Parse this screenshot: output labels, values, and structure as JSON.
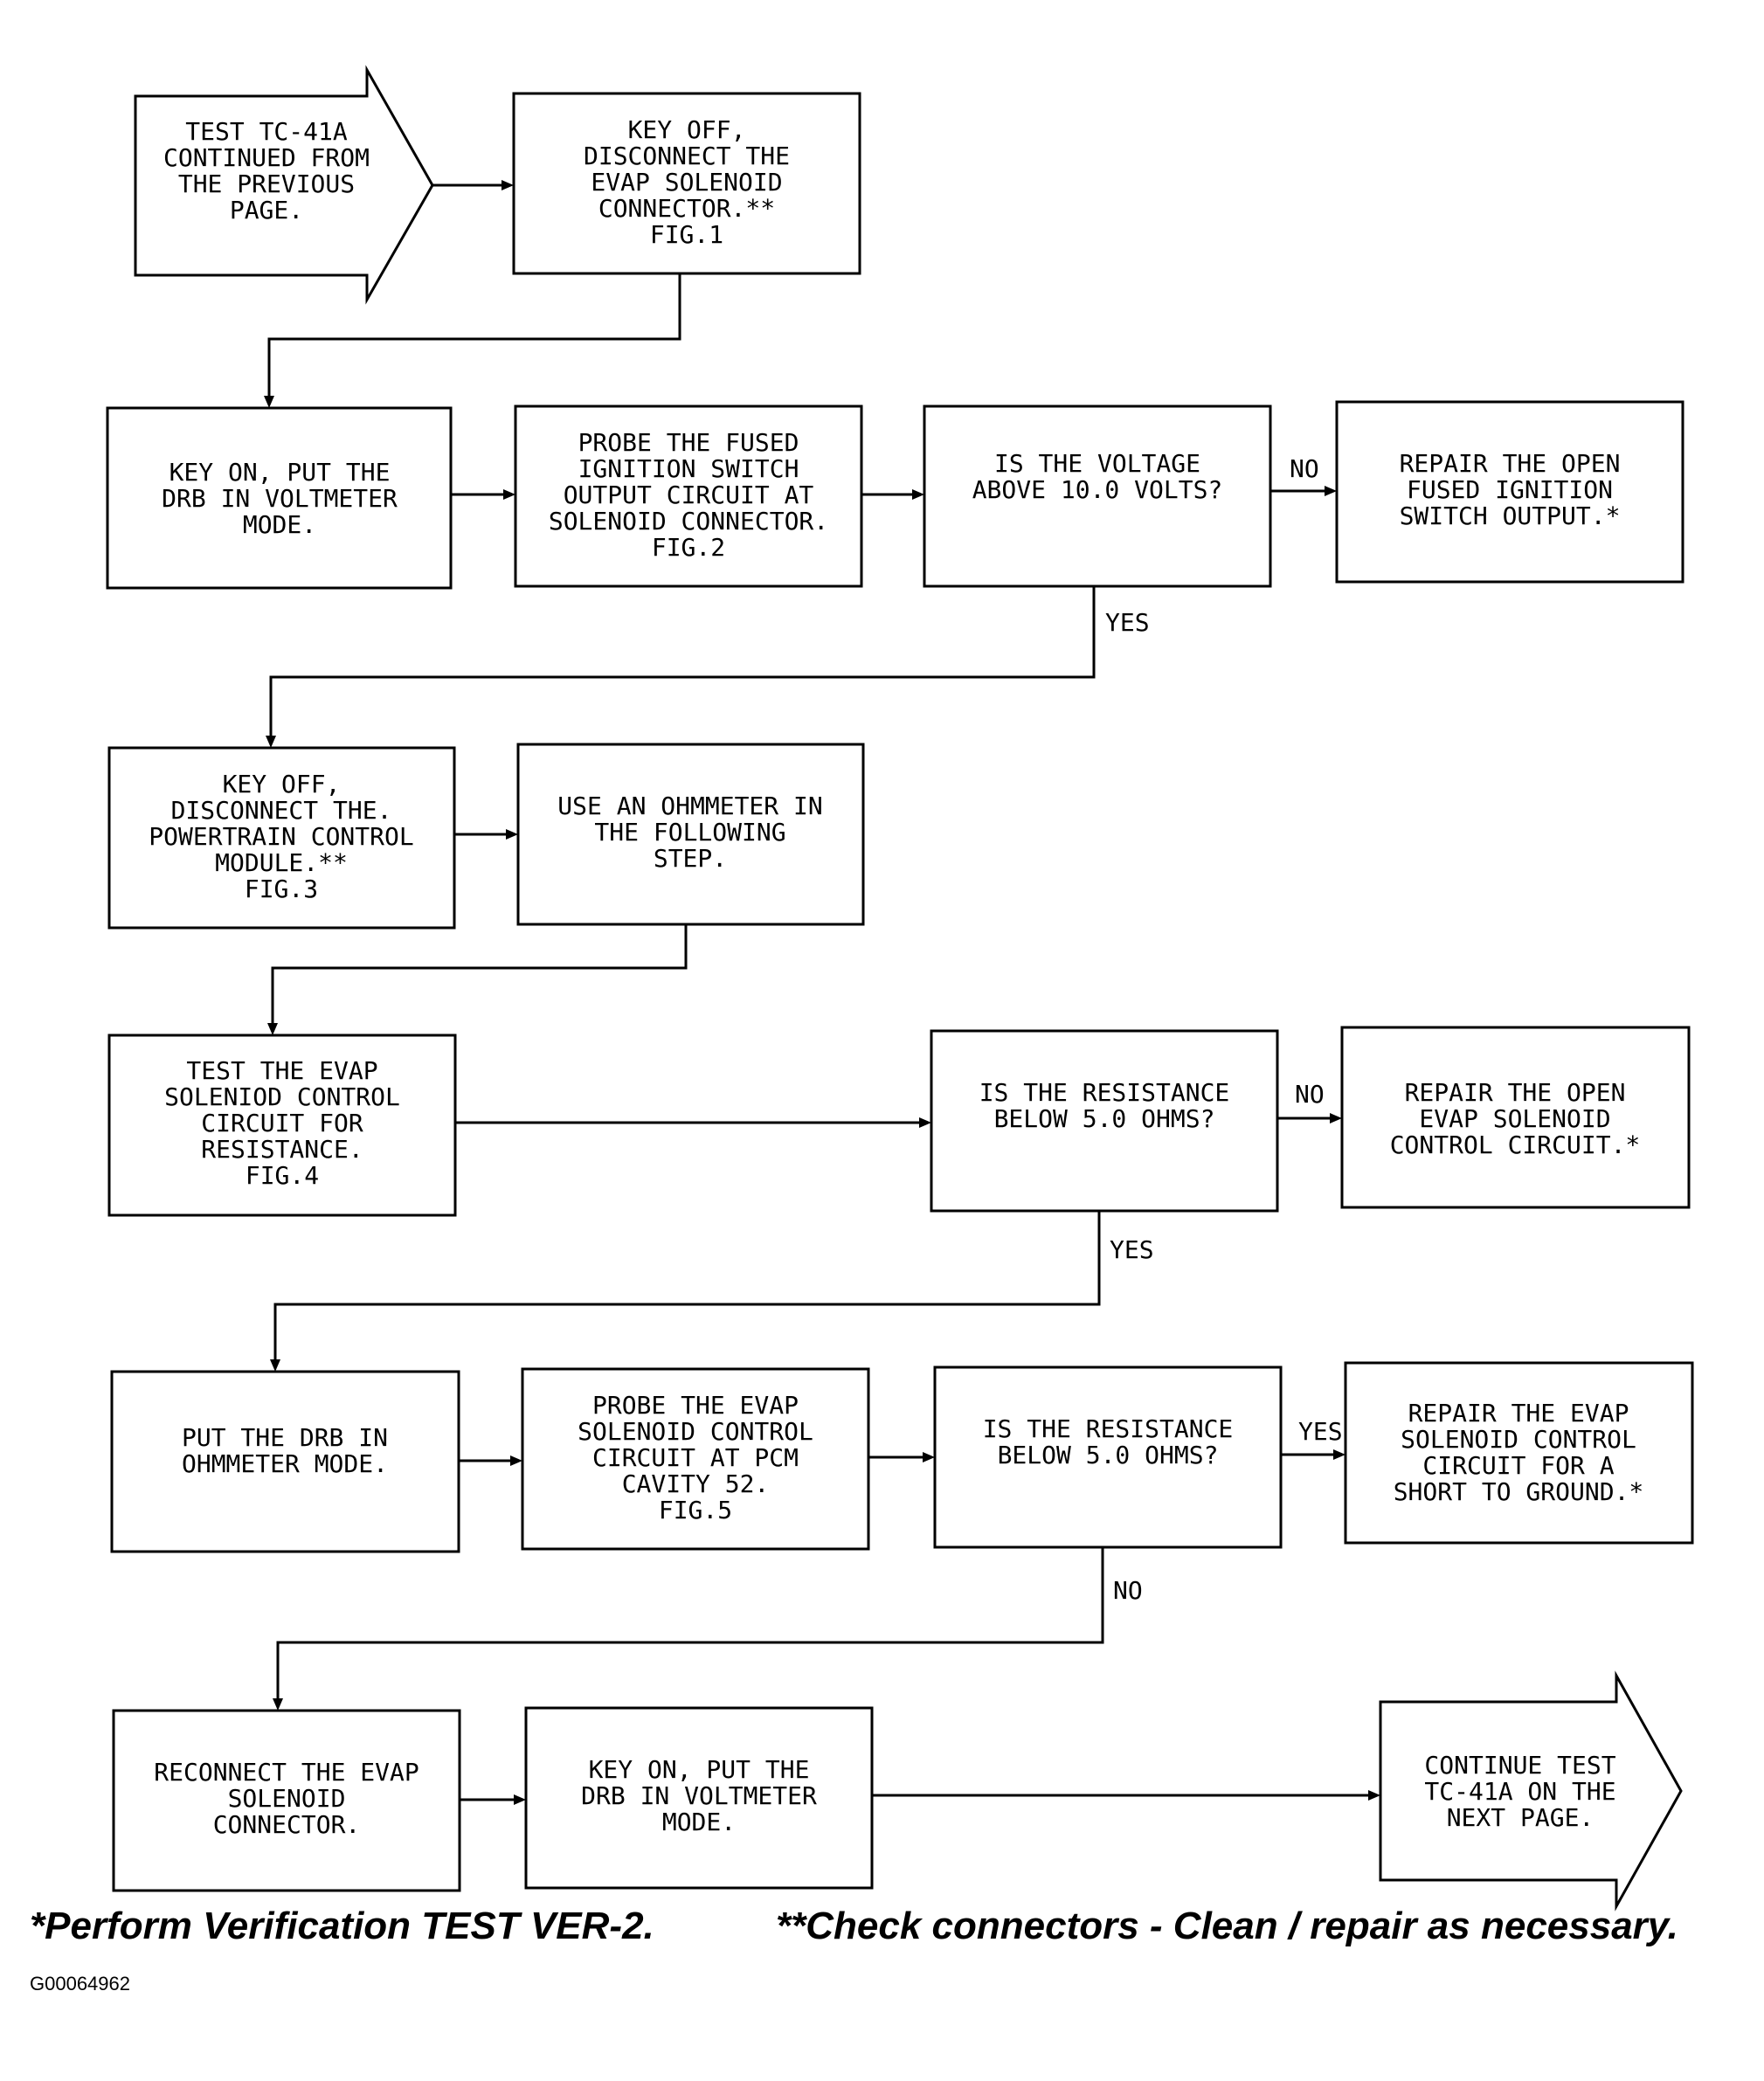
{
  "flowchart": {
    "nodes": {
      "start": [
        "TEST TC-41A",
        "CONTINUED FROM",
        "THE PREVIOUS",
        "PAGE."
      ],
      "key_off_disconnect_evap": [
        "KEY OFF,",
        "DISCONNECT THE",
        "EVAP SOLENOID",
        "CONNECTOR.**",
        "FIG.1"
      ],
      "key_on_voltmeter_1": [
        "KEY ON, PUT THE",
        "DRB IN VOLTMETER",
        "MODE."
      ],
      "probe_fused_ignition": [
        "PROBE THE FUSED",
        "IGNITION SWITCH",
        "OUTPUT CIRCUIT AT",
        "SOLENOID CONNECTOR.",
        "FIG.2"
      ],
      "voltage_decision": [
        "IS THE VOLTAGE",
        "ABOVE 10.0 VOLTS?"
      ],
      "repair_fused_ignition": [
        "REPAIR THE OPEN",
        "FUSED IGNITION",
        "SWITCH OUTPUT.*"
      ],
      "key_off_disconnect_pcm": [
        "KEY OFF,",
        "DISCONNECT THE.",
        "POWERTRAIN CONTROL",
        "MODULE.**",
        "FIG.3"
      ],
      "use_ohmmeter": [
        "USE AN OHMMETER IN",
        "THE FOLLOWING",
        "STEP."
      ],
      "test_resistance": [
        "TEST THE EVAP",
        "SOLENIOD CONTROL",
        "CIRCUIT FOR",
        "RESISTANCE.",
        "FIG.4"
      ],
      "resistance_decision_1": [
        "IS THE RESISTANCE",
        "BELOW 5.0 OHMS?"
      ],
      "repair_open_control": [
        "REPAIR THE OPEN",
        "EVAP SOLENOID",
        "CONTROL CIRCUIT.*"
      ],
      "drb_ohmmeter": [
        "PUT THE DRB IN",
        "OHMMETER MODE."
      ],
      "probe_pcm_cavity": [
        "PROBE THE EVAP",
        "SOLENOID CONTROL",
        "CIRCUIT AT PCM",
        "CAVITY 52.",
        "FIG.5"
      ],
      "resistance_decision_2": [
        "IS THE RESISTANCE",
        "BELOW 5.0 OHMS?"
      ],
      "repair_short_ground": [
        "REPAIR THE EVAP",
        "SOLENOID CONTROL",
        "CIRCUIT FOR A",
        "SHORT TO GROUND.*"
      ],
      "reconnect_evap": [
        "RECONNECT THE EVAP",
        "SOLENOID",
        "CONNECTOR."
      ],
      "key_on_voltmeter_2": [
        "KEY ON, PUT THE",
        "DRB IN VOLTMETER",
        "MODE."
      ],
      "continue_next": [
        "CONTINUE TEST",
        "TC-41A ON THE",
        "NEXT PAGE."
      ]
    },
    "edge_labels": {
      "voltage_no": "NO",
      "voltage_yes": "YES",
      "resistance1_no": "NO",
      "resistance1_yes": "YES",
      "resistance2_yes": "YES",
      "resistance2_no": "NO"
    }
  },
  "footnotes": {
    "verification": "*Perform Verification TEST VER-2.",
    "connectors": "**Check connectors - Clean / repair as necessary."
  },
  "image_code": "G00064962"
}
